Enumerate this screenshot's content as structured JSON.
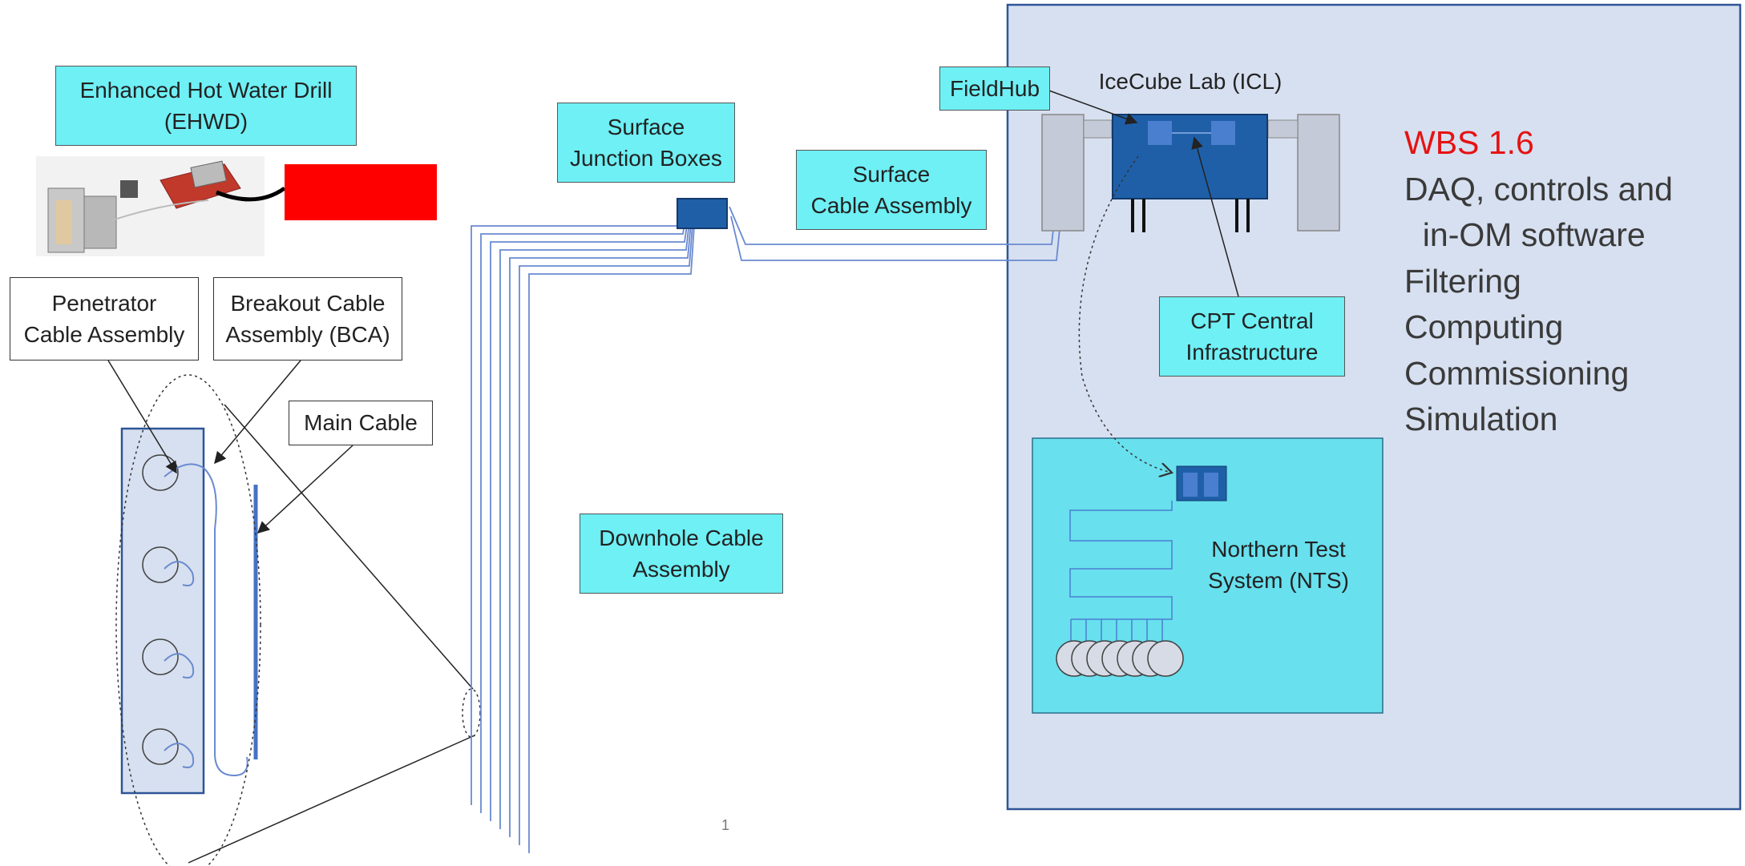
{
  "labels": {
    "ehwd": "Enhanced Hot Water Drill\n(EHWD)",
    "penetrator": "Penetrator\nCable Assembly",
    "breakout": "Breakout Cable\nAssembly (BCA)",
    "main_cable": "Main Cable",
    "sjb": "Surface\nJunction Boxes",
    "surface_cable": "Surface\nCable Assembly",
    "downhole": "Downhole Cable\nAssembly",
    "fieldhub": "FieldHub",
    "icl": "IceCube Lab (ICL)",
    "cpt": "CPT Central\nInfrastructure",
    "nts": "Northern Test\nSystem (NTS)"
  },
  "wbs": {
    "header": "WBS 1.6",
    "items": [
      "DAQ, controls and",
      "  in-OM software",
      "Filtering",
      "Computing",
      "Commissioning",
      "Simulation"
    ]
  },
  "page_number": "1",
  "colors": {
    "cyan": "#6ef0f5",
    "icl_panel": "#d7e0f0",
    "icl_box": "#1f5fa8",
    "nts_panel": "#68e0ee",
    "drill_box": "#ff0000",
    "cable": "#6a8ad0",
    "wbs_header": "#e51212"
  }
}
